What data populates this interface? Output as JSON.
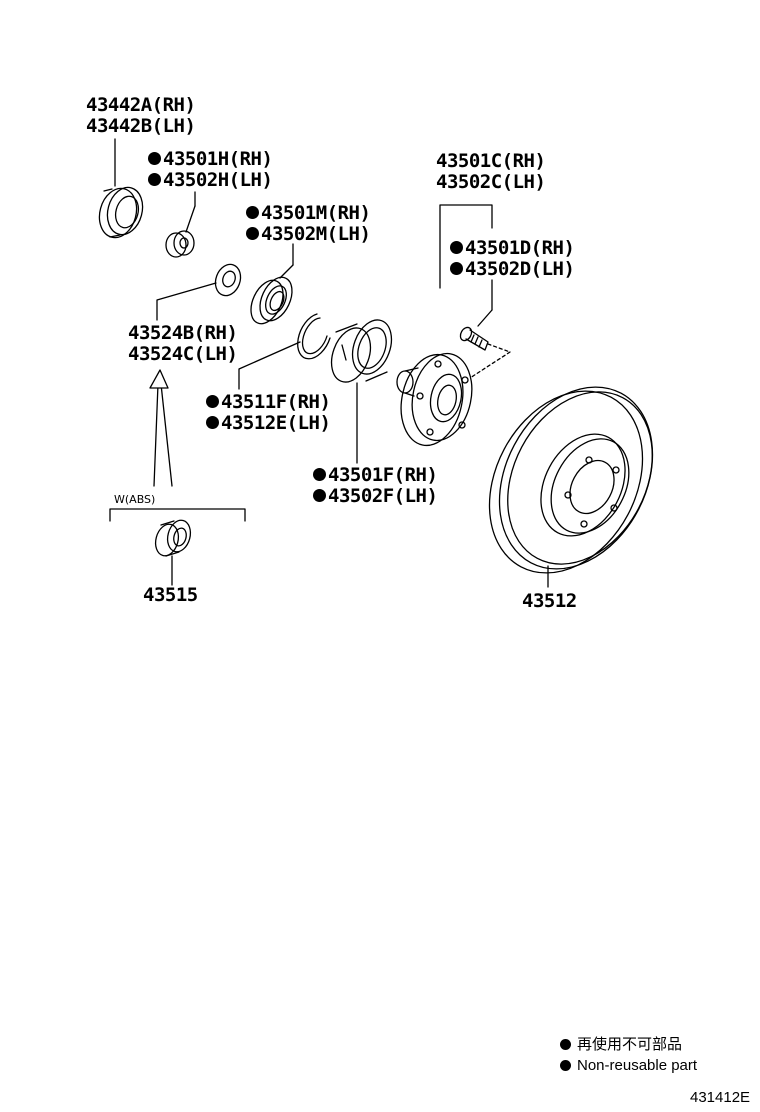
{
  "labels": {
    "bearing_race_outer": {
      "line1": "43442A(RH)",
      "line2": "43442B(LH)"
    },
    "nut_small": {
      "line1": "43501H(RH)",
      "line2": "43502H(LH)"
    },
    "oil_seal": {
      "line1": "43501M(RH)",
      "line2": "43502M(LH)"
    },
    "hub_bolt_set": {
      "line1": "43501C(RH)",
      "line2": "43502C(LH)"
    },
    "hub_bolt": {
      "line1": "43501D(RH)",
      "line2": "43502D(LH)"
    },
    "washer": {
      "line1": "43524B(RH)",
      "line2": "43524C(LH)"
    },
    "snap_ring": {
      "line1": "43511F(RH)",
      "line2": "43512E(LH)"
    },
    "bearing": {
      "line1": "43501F(RH)",
      "line2": "43502F(LH)"
    },
    "abs_group": "W(ABS)",
    "abs_rotor": "43515",
    "disc": "43512"
  },
  "legend": {
    "japanese": "再使用不可部品",
    "english": "Non-reusable part"
  },
  "figure_number": "431412E"
}
